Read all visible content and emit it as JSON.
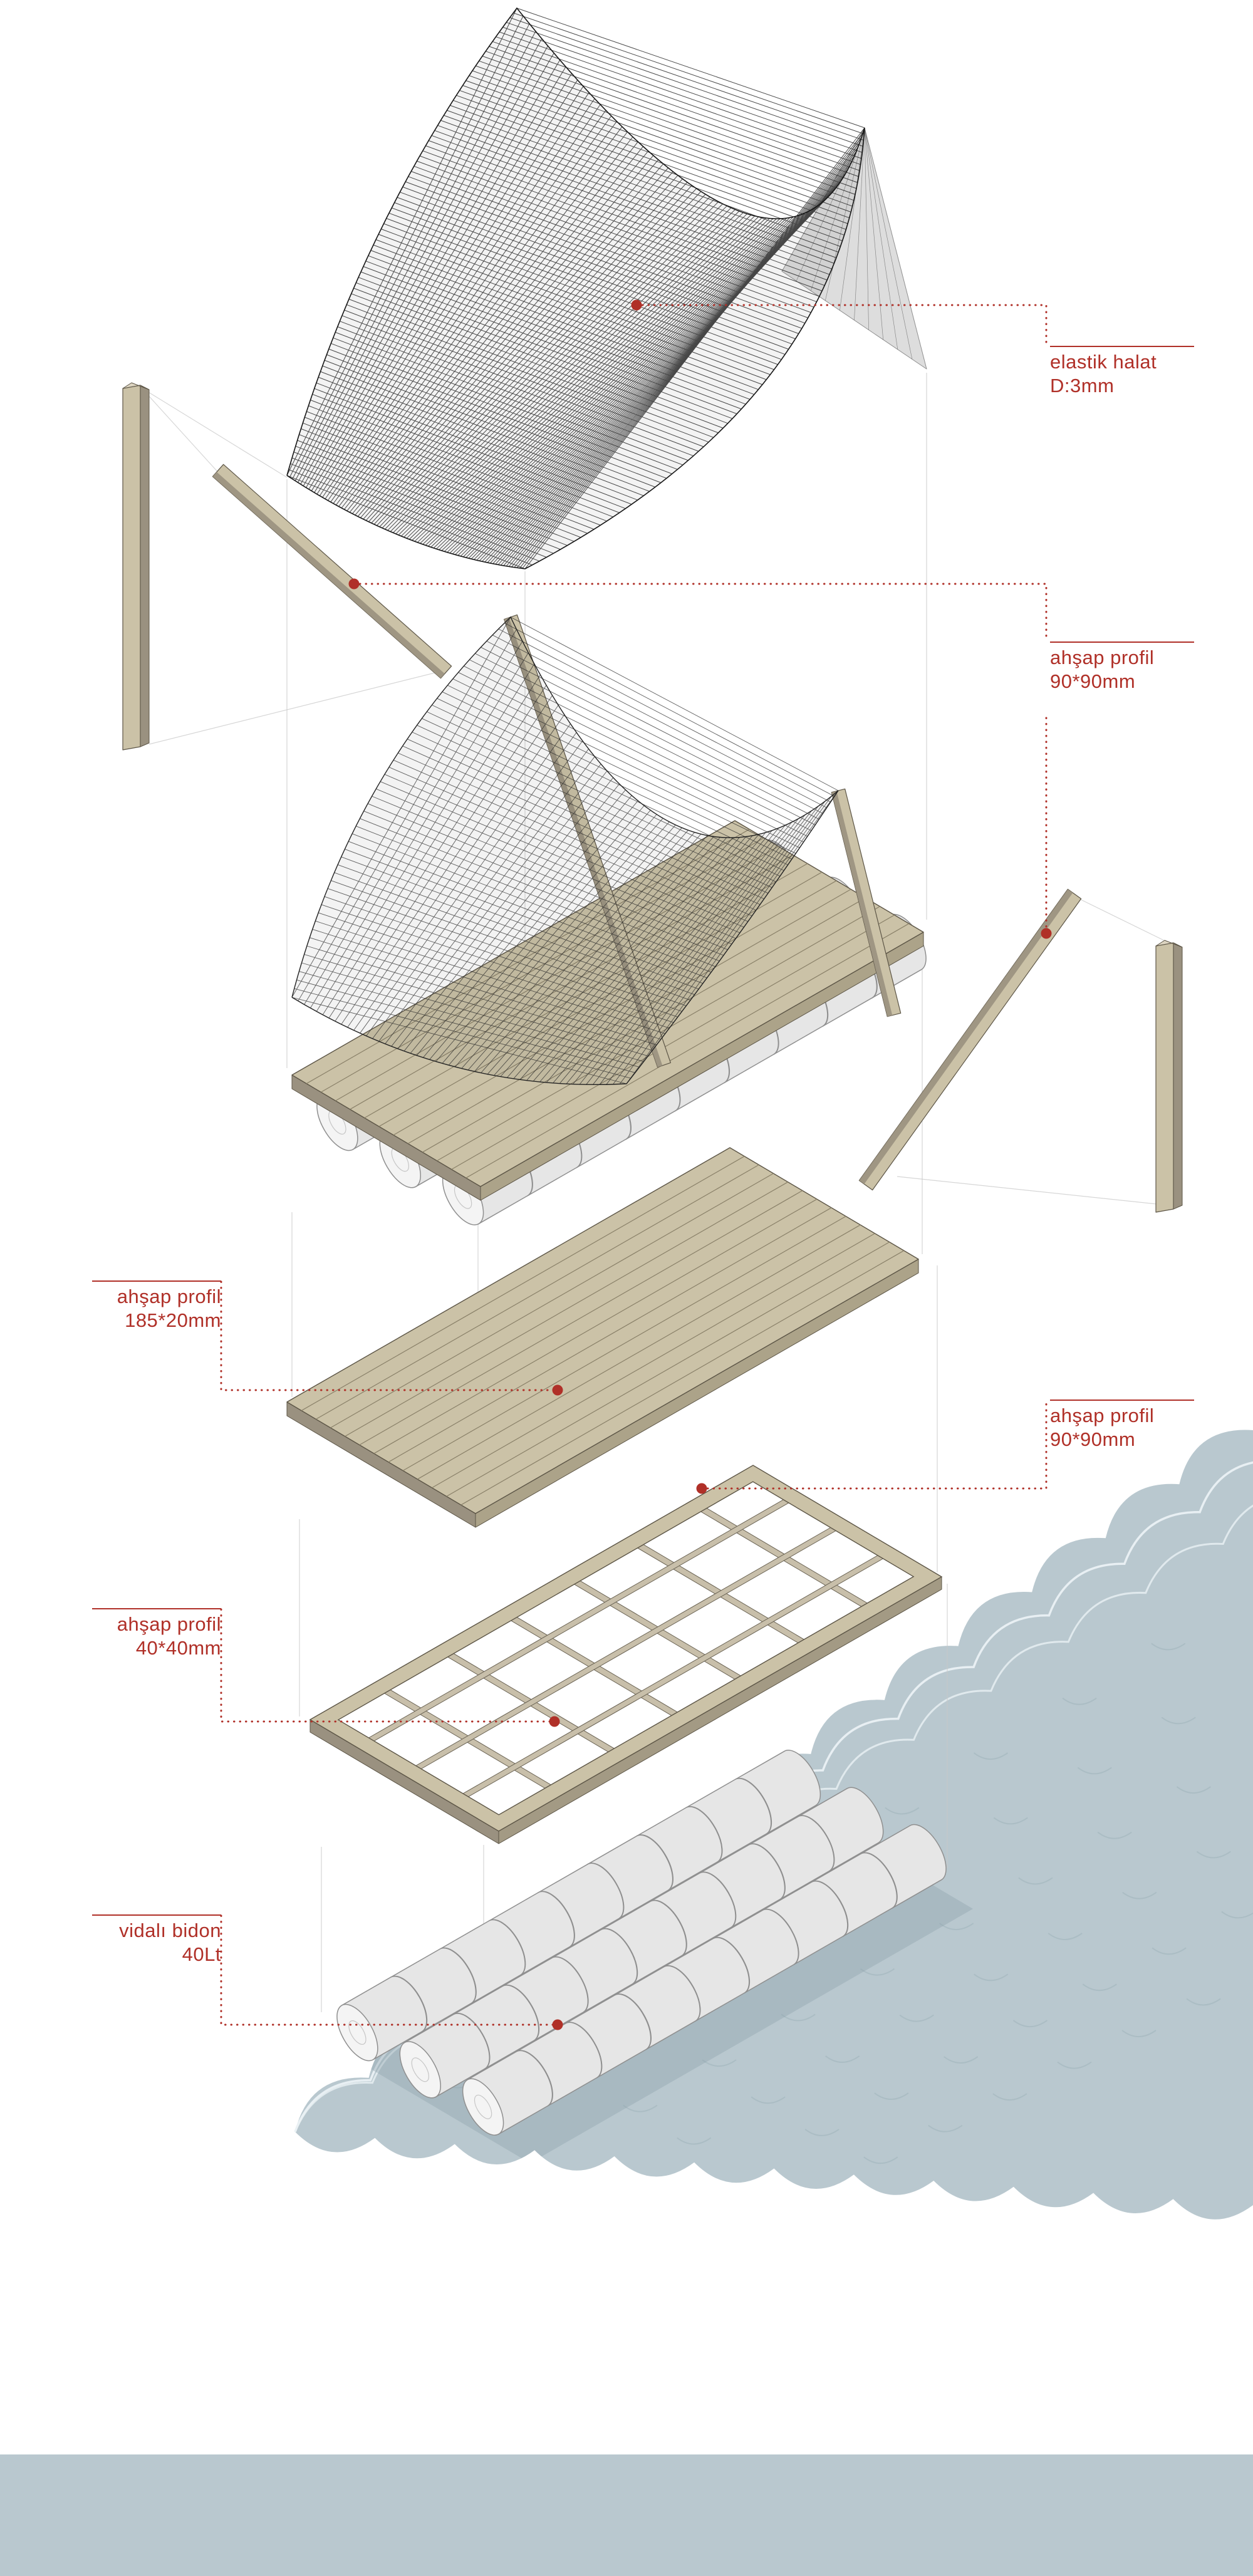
{
  "page": {
    "background": "#ffffff"
  },
  "labels": [
    {
      "id": "elastik-halat",
      "name": "elastik halat",
      "spec": "D:3mm",
      "side": "right"
    },
    {
      "id": "ahsap-profil-90-upper",
      "name": "ahşap profil",
      "spec": "90*90mm",
      "side": "right"
    },
    {
      "id": "ahsap-profil-185",
      "name": "ahşap profil",
      "spec": "185*20mm",
      "side": "left"
    },
    {
      "id": "ahsap-profil-90-lower",
      "name": "ahşap profil",
      "spec": "90*90mm",
      "side": "right"
    },
    {
      "id": "ahsap-profil-40",
      "name": "ahşap profil",
      "spec": "40*40mm",
      "side": "left"
    },
    {
      "id": "vidali-bidon",
      "name": "vidalı bidon",
      "spec": "40Lt",
      "side": "left"
    }
  ],
  "colors": {
    "leader_red": "#b03028",
    "water": "#b9c8cf",
    "water_foam": "#eaf1f4",
    "water_wave": "#9db1ba",
    "wood_top": "#cbc2a7",
    "wood_side": "#9a9180",
    "wood_line": "#5c5546",
    "net_line": "#1d1d1d",
    "barrel_body": "#e6e6e6",
    "barrel_cap": "#f4f4f4",
    "barrel_line": "#8f8f8f",
    "guide_line": "#c9c9c9"
  }
}
